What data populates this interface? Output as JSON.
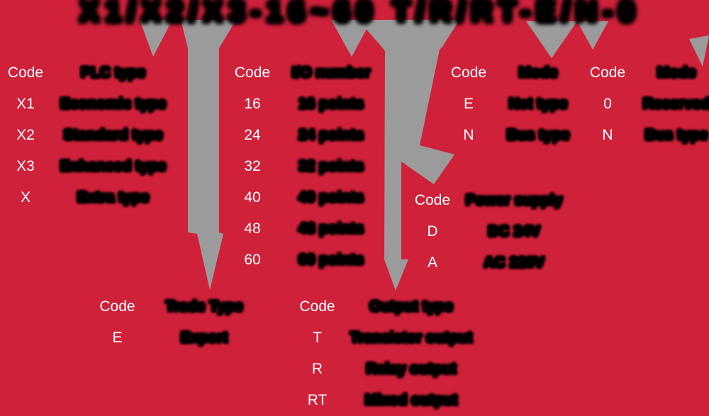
{
  "palette": {
    "background": "#d0213a",
    "arrow_gray": "#9b9b9b",
    "blob_black": "#000000",
    "label_white": "#ffffff"
  },
  "banner": {
    "blob_text": "X1/X2/X3-16~60 T/R/RT-E/N-0"
  },
  "tables": [
    {
      "name": "series-type",
      "rows": [
        {
          "code": "Code",
          "desc": "PLC type"
        },
        {
          "code": "X1",
          "desc": "Economic type"
        },
        {
          "code": "X2",
          "desc": "Standard type"
        },
        {
          "code": "X3",
          "desc": "Enhanced type"
        },
        {
          "code": "X",
          "desc": "Extra type"
        }
      ]
    },
    {
      "name": "io-number",
      "rows": [
        {
          "code": "Code",
          "desc": "I/O number"
        },
        {
          "code": "16",
          "desc": "16 points"
        },
        {
          "code": "24",
          "desc": "24 points"
        },
        {
          "code": "32",
          "desc": "32 points"
        },
        {
          "code": "40",
          "desc": "40 points"
        },
        {
          "code": "48",
          "desc": "48 points"
        },
        {
          "code": "60",
          "desc": "60 points"
        }
      ]
    },
    {
      "name": "mode-e-n",
      "rows": [
        {
          "code": "Code",
          "desc": "Mode"
        },
        {
          "code": "E",
          "desc": "Net type"
        },
        {
          "code": "N",
          "desc": "Bus type"
        }
      ]
    },
    {
      "name": "mode-0-n",
      "rows": [
        {
          "code": "Code",
          "desc": "Mode"
        },
        {
          "code": "0",
          "desc": "Reserved"
        },
        {
          "code": "N",
          "desc": "Bus type"
        }
      ]
    },
    {
      "name": "power-supply",
      "rows": [
        {
          "code": "Code",
          "desc": "Power supply"
        },
        {
          "code": "D",
          "desc": "DC 24V"
        },
        {
          "code": "A",
          "desc": "AC 220V"
        }
      ]
    },
    {
      "name": "trade-type",
      "rows": [
        {
          "code": "Code",
          "desc": "Trade Type"
        },
        {
          "code": "E",
          "desc": "Export"
        }
      ]
    },
    {
      "name": "output-type",
      "rows": [
        {
          "code": "Code",
          "desc": "Output type"
        },
        {
          "code": "T",
          "desc": "Transistor output"
        },
        {
          "code": "R",
          "desc": "Relay output"
        },
        {
          "code": "RT",
          "desc": "Mixed output"
        }
      ]
    }
  ]
}
